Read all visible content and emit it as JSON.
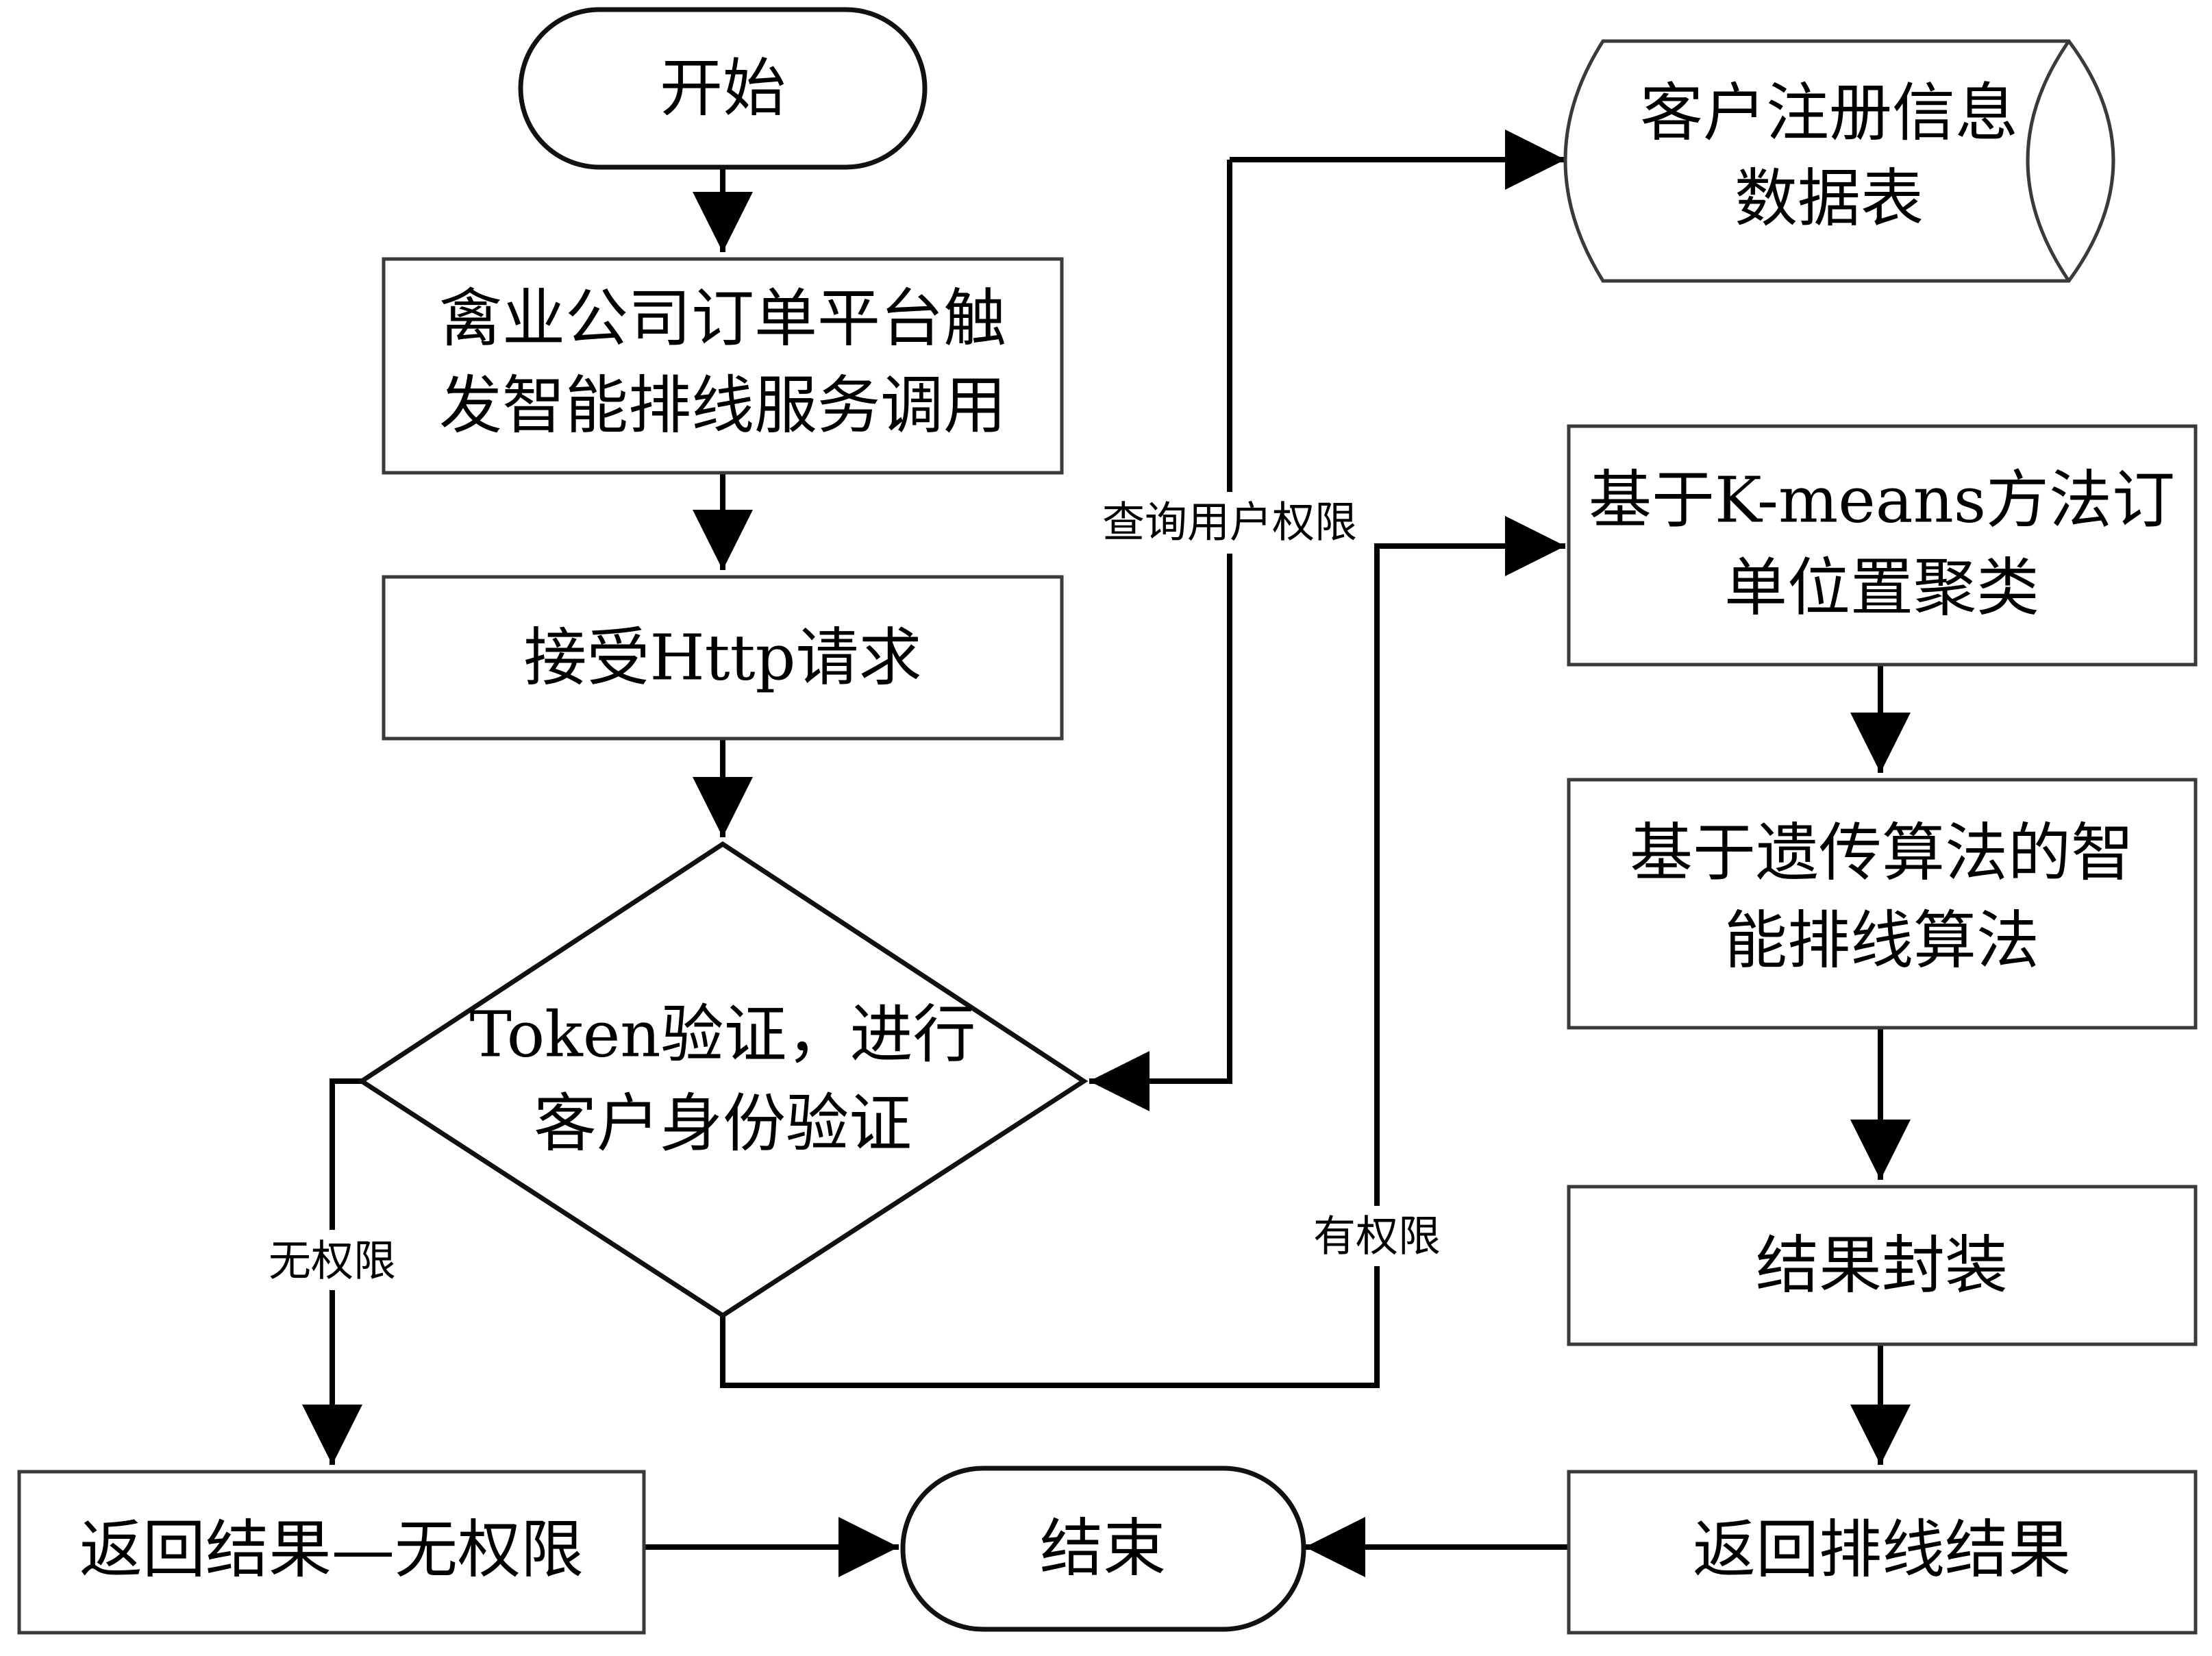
{
  "nodes": {
    "start": "开始",
    "trigger": [
      "禽业公司订单平台触",
      "发智能排线服务调用"
    ],
    "http": "接受Http请求",
    "decision": [
      "Token验证，进行",
      "客户身份验证"
    ],
    "db": [
      "客户注册信息",
      "数据表"
    ],
    "kmeans": [
      "基于K-means方法订",
      "单位置聚类"
    ],
    "ga": [
      "基于遗传算法的智",
      "能排线算法"
    ],
    "package": "结果封装",
    "return_result": "返回排线结果",
    "return_noperm": "返回结果—无权限",
    "end": "结束"
  },
  "edge_labels": {
    "query": "查询用户权限",
    "yes": "有权限",
    "no": "无权限"
  }
}
